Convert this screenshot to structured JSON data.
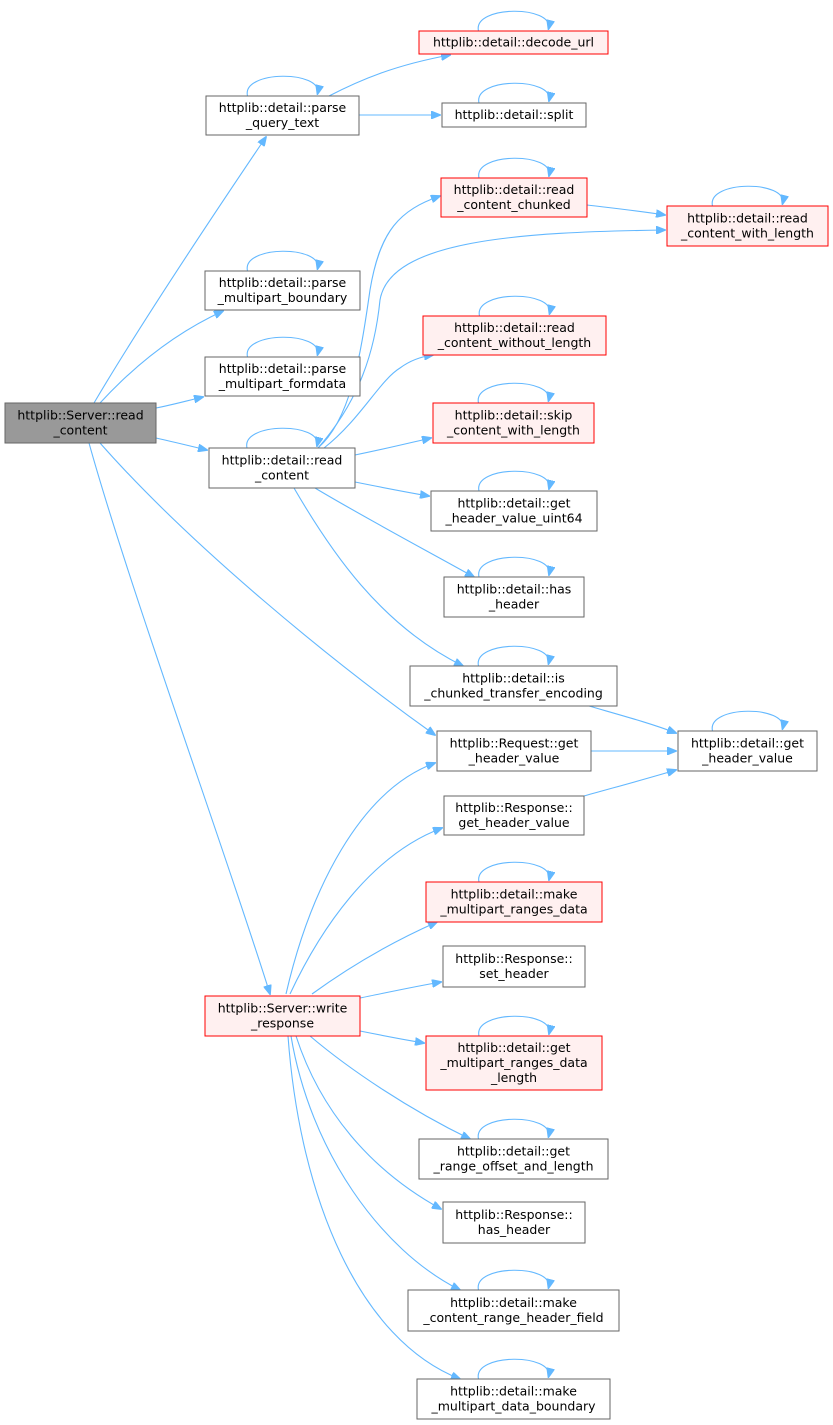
{
  "colors": {
    "edge": "#63b8ff",
    "node_border": "#666666",
    "node_fill": "#ffffff",
    "focus_fill": "#999999",
    "focus_border": "#666666",
    "red_border": "#ff0000",
    "red_fill": "#fff0f0"
  },
  "nodes": [
    {
      "id": "server_read_content",
      "style": "focus",
      "lines": [
        "httplib::Server::read",
        "_content"
      ]
    },
    {
      "id": "parse_query_text",
      "style": "normal",
      "lines": [
        "httplib::detail::parse",
        "_query_text"
      ]
    },
    {
      "id": "decode_url",
      "style": "red",
      "lines": [
        "httplib::detail::decode_url"
      ]
    },
    {
      "id": "split",
      "style": "normal",
      "lines": [
        "httplib::detail::split"
      ]
    },
    {
      "id": "parse_multipart_boundary",
      "style": "normal",
      "lines": [
        "httplib::detail::parse",
        "_multipart_boundary"
      ]
    },
    {
      "id": "parse_multipart_formdata",
      "style": "normal",
      "lines": [
        "httplib::detail::parse",
        "_multipart_formdata"
      ]
    },
    {
      "id": "detail_read_content",
      "style": "normal",
      "lines": [
        "httplib::detail::read",
        "_content"
      ]
    },
    {
      "id": "read_content_chunked",
      "style": "red",
      "lines": [
        "httplib::detail::read",
        "_content_chunked"
      ]
    },
    {
      "id": "read_content_with_length",
      "style": "red",
      "lines": [
        "httplib::detail::read",
        "_content_with_length"
      ]
    },
    {
      "id": "read_content_without_length",
      "style": "red",
      "lines": [
        "httplib::detail::read",
        "_content_without_length"
      ]
    },
    {
      "id": "skip_content_with_length",
      "style": "red",
      "lines": [
        "httplib::detail::skip",
        "_content_with_length"
      ]
    },
    {
      "id": "get_header_value_uint64",
      "style": "normal",
      "lines": [
        "httplib::detail::get",
        "_header_value_uint64"
      ]
    },
    {
      "id": "has_header",
      "style": "normal",
      "lines": [
        "httplib::detail::has",
        "_header"
      ]
    },
    {
      "id": "is_chunked_transfer_encoding",
      "style": "normal",
      "lines": [
        "httplib::detail::is",
        "_chunked_transfer_encoding"
      ]
    },
    {
      "id": "request_get_header_value",
      "style": "normal",
      "lines": [
        "httplib::Request::get",
        "_header_value"
      ]
    },
    {
      "id": "detail_get_header_value",
      "style": "normal",
      "lines": [
        "httplib::detail::get",
        "_header_value"
      ]
    },
    {
      "id": "response_get_header_value",
      "style": "normal",
      "lines": [
        "httplib::Response::",
        "get_header_value"
      ]
    },
    {
      "id": "make_multipart_ranges_data",
      "style": "red",
      "lines": [
        "httplib::detail::make",
        "_multipart_ranges_data"
      ]
    },
    {
      "id": "response_set_header",
      "style": "normal",
      "lines": [
        "httplib::Response::",
        "set_header"
      ]
    },
    {
      "id": "server_write_response",
      "style": "red",
      "lines": [
        "httplib::Server::write",
        "_response"
      ]
    },
    {
      "id": "get_multipart_ranges_data_length",
      "style": "red",
      "lines": [
        "httplib::detail::get",
        "_multipart_ranges_data",
        "_length"
      ]
    },
    {
      "id": "get_range_offset_and_length",
      "style": "normal",
      "lines": [
        "httplib::detail::get",
        "_range_offset_and_length"
      ]
    },
    {
      "id": "response_has_header",
      "style": "normal",
      "lines": [
        "httplib::Response::",
        "has_header"
      ]
    },
    {
      "id": "make_content_range_header_field",
      "style": "normal",
      "lines": [
        "httplib::detail::make",
        "_content_range_header_field"
      ]
    },
    {
      "id": "make_multipart_data_boundary",
      "style": "normal",
      "lines": [
        "httplib::detail::make",
        "_multipart_data_boundary"
      ]
    }
  ],
  "edges": [
    {
      "from": "server_read_content",
      "to": "parse_query_text"
    },
    {
      "from": "server_read_content",
      "to": "parse_multipart_boundary"
    },
    {
      "from": "server_read_content",
      "to": "parse_multipart_formdata"
    },
    {
      "from": "server_read_content",
      "to": "detail_read_content"
    },
    {
      "from": "server_read_content",
      "to": "request_get_header_value"
    },
    {
      "from": "server_read_content",
      "to": "server_write_response"
    },
    {
      "from": "parse_query_text",
      "to": "decode_url"
    },
    {
      "from": "parse_query_text",
      "to": "split"
    },
    {
      "from": "detail_read_content",
      "to": "read_content_chunked"
    },
    {
      "from": "detail_read_content",
      "to": "read_content_with_length"
    },
    {
      "from": "detail_read_content",
      "to": "read_content_without_length"
    },
    {
      "from": "detail_read_content",
      "to": "skip_content_with_length"
    },
    {
      "from": "detail_read_content",
      "to": "get_header_value_uint64"
    },
    {
      "from": "detail_read_content",
      "to": "has_header"
    },
    {
      "from": "detail_read_content",
      "to": "is_chunked_transfer_encoding"
    },
    {
      "from": "read_content_chunked",
      "to": "read_content_with_length"
    },
    {
      "from": "is_chunked_transfer_encoding",
      "to": "detail_get_header_value"
    },
    {
      "from": "request_get_header_value",
      "to": "detail_get_header_value"
    },
    {
      "from": "response_get_header_value",
      "to": "detail_get_header_value"
    },
    {
      "from": "server_write_response",
      "to": "request_get_header_value"
    },
    {
      "from": "server_write_response",
      "to": "response_get_header_value"
    },
    {
      "from": "server_write_response",
      "to": "make_multipart_ranges_data"
    },
    {
      "from": "server_write_response",
      "to": "response_set_header"
    },
    {
      "from": "server_write_response",
      "to": "get_multipart_ranges_data_length"
    },
    {
      "from": "server_write_response",
      "to": "get_range_offset_and_length"
    },
    {
      "from": "server_write_response",
      "to": "response_has_header"
    },
    {
      "from": "server_write_response",
      "to": "make_content_range_header_field"
    },
    {
      "from": "server_write_response",
      "to": "make_multipart_data_boundary"
    }
  ],
  "self_loops": [
    "parse_query_text",
    "decode_url",
    "split",
    "parse_multipart_boundary",
    "parse_multipart_formdata",
    "detail_read_content",
    "read_content_chunked",
    "read_content_with_length",
    "read_content_without_length",
    "skip_content_with_length",
    "get_header_value_uint64",
    "has_header",
    "is_chunked_transfer_encoding",
    "detail_get_header_value",
    "make_multipart_ranges_data",
    "get_multipart_ranges_data_length",
    "get_range_offset_and_length",
    "make_content_range_header_field",
    "make_multipart_data_boundary"
  ]
}
